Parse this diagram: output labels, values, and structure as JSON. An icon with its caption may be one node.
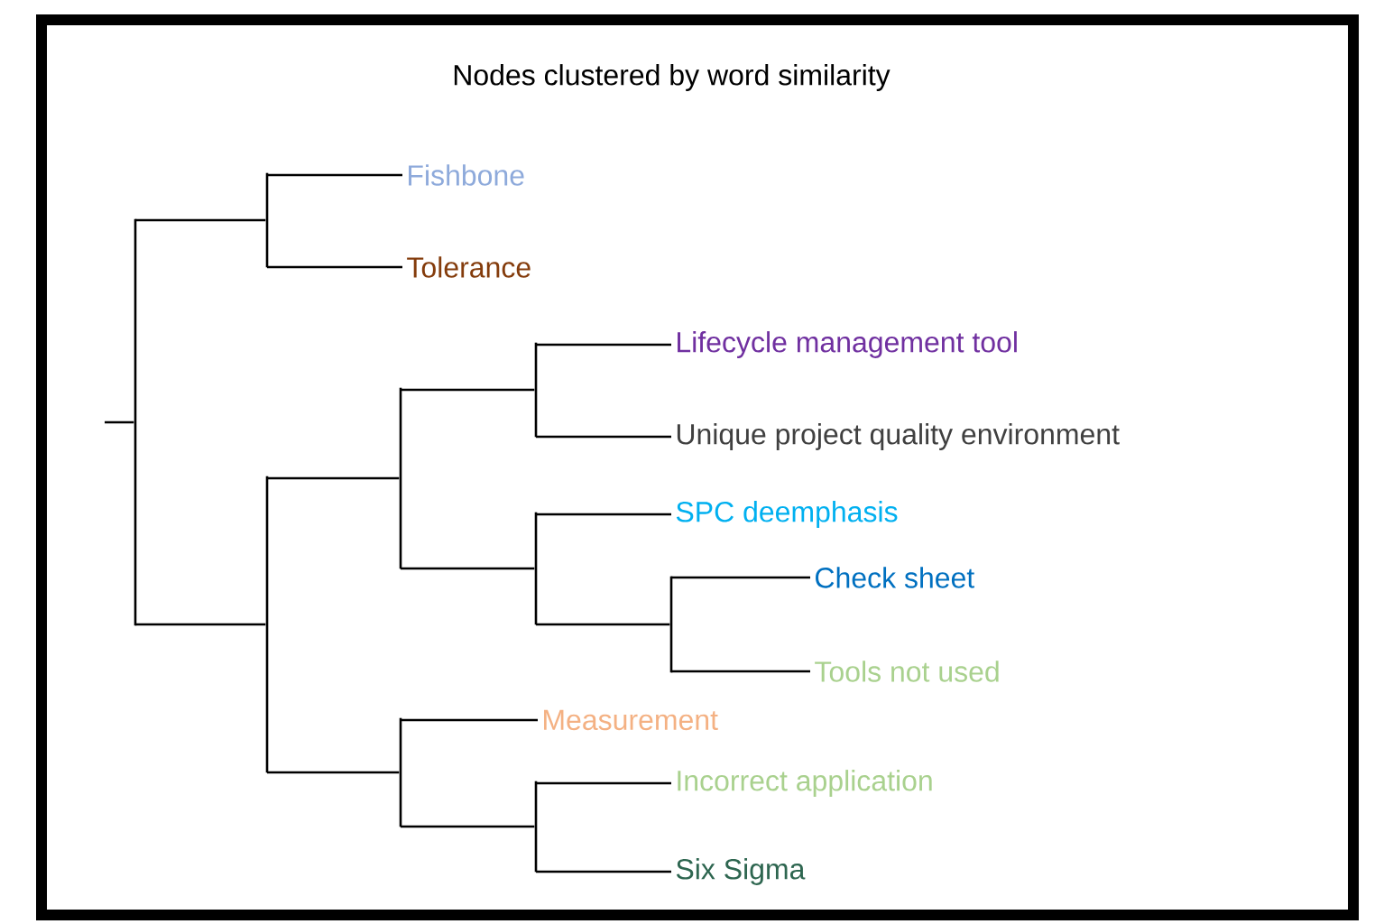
{
  "diagram": {
    "title": "Nodes clustered by word similarity",
    "nodes": [
      {
        "text": [],
        "shape": "bar"
      },
      {
        "text": [],
        "shape": "bar"
      },
      {
        "text": [
          "Fishbone"
        ]
      },
      {
        "text": [
          "Tolerance"
        ]
      },
      {
        "text": [],
        "shape": "bar"
      },
      {
        "text": [],
        "shape": "bar"
      },
      {
        "text": [],
        "shape": "bar"
      },
      {
        "text": [
          "Lifecycle management tool"
        ]
      },
      {
        "text": [
          "Unique project quality environment"
        ]
      },
      {
        "text": [],
        "shape": "bar"
      },
      {
        "text": [
          "SPC deemphasis"
        ]
      },
      {
        "text": [],
        "shape": "bar"
      },
      {
        "text": [
          "Check sheet"
        ]
      },
      {
        "text": [
          "Tools not used"
        ]
      },
      {
        "text": [],
        "shape": "bar"
      },
      {
        "text": [
          "Measurement"
        ]
      },
      {
        "text": [],
        "shape": "bar"
      },
      {
        "text": [
          "Incorrect application"
        ]
      },
      {
        "text": [
          "Six Sigma"
        ]
      }
    ],
    "edges": [
      {
        "from": null,
        "to": 0,
        "arrow": "none"
      },
      {
        "from": 0,
        "to": 1,
        "arrow": "none"
      },
      {
        "from": 1,
        "to": 2,
        "arrow": "none"
      },
      {
        "from": 1,
        "to": 3,
        "arrow": "none"
      },
      {
        "from": 0,
        "to": 4,
        "arrow": "none"
      },
      {
        "from": 4,
        "to": 5,
        "arrow": "none"
      },
      {
        "from": 5,
        "to": 6,
        "arrow": "none"
      },
      {
        "from": 6,
        "to": 7,
        "arrow": "none"
      },
      {
        "from": 6,
        "to": 8,
        "arrow": "none"
      },
      {
        "from": 5,
        "to": 9,
        "arrow": "none"
      },
      {
        "from": 9,
        "to": 10,
        "arrow": "none"
      },
      {
        "from": 9,
        "to": 11,
        "arrow": "none"
      },
      {
        "from": 11,
        "to": 12,
        "arrow": "none"
      },
      {
        "from": 11,
        "to": 13,
        "arrow": "none"
      },
      {
        "from": 4,
        "to": 14,
        "arrow": "none"
      },
      {
        "from": 14,
        "to": 15,
        "arrow": "none"
      },
      {
        "from": 14,
        "to": 16,
        "arrow": "none"
      },
      {
        "from": 16,
        "to": 17,
        "arrow": "none"
      },
      {
        "from": 16,
        "to": 18,
        "arrow": "none"
      }
    ]
  }
}
